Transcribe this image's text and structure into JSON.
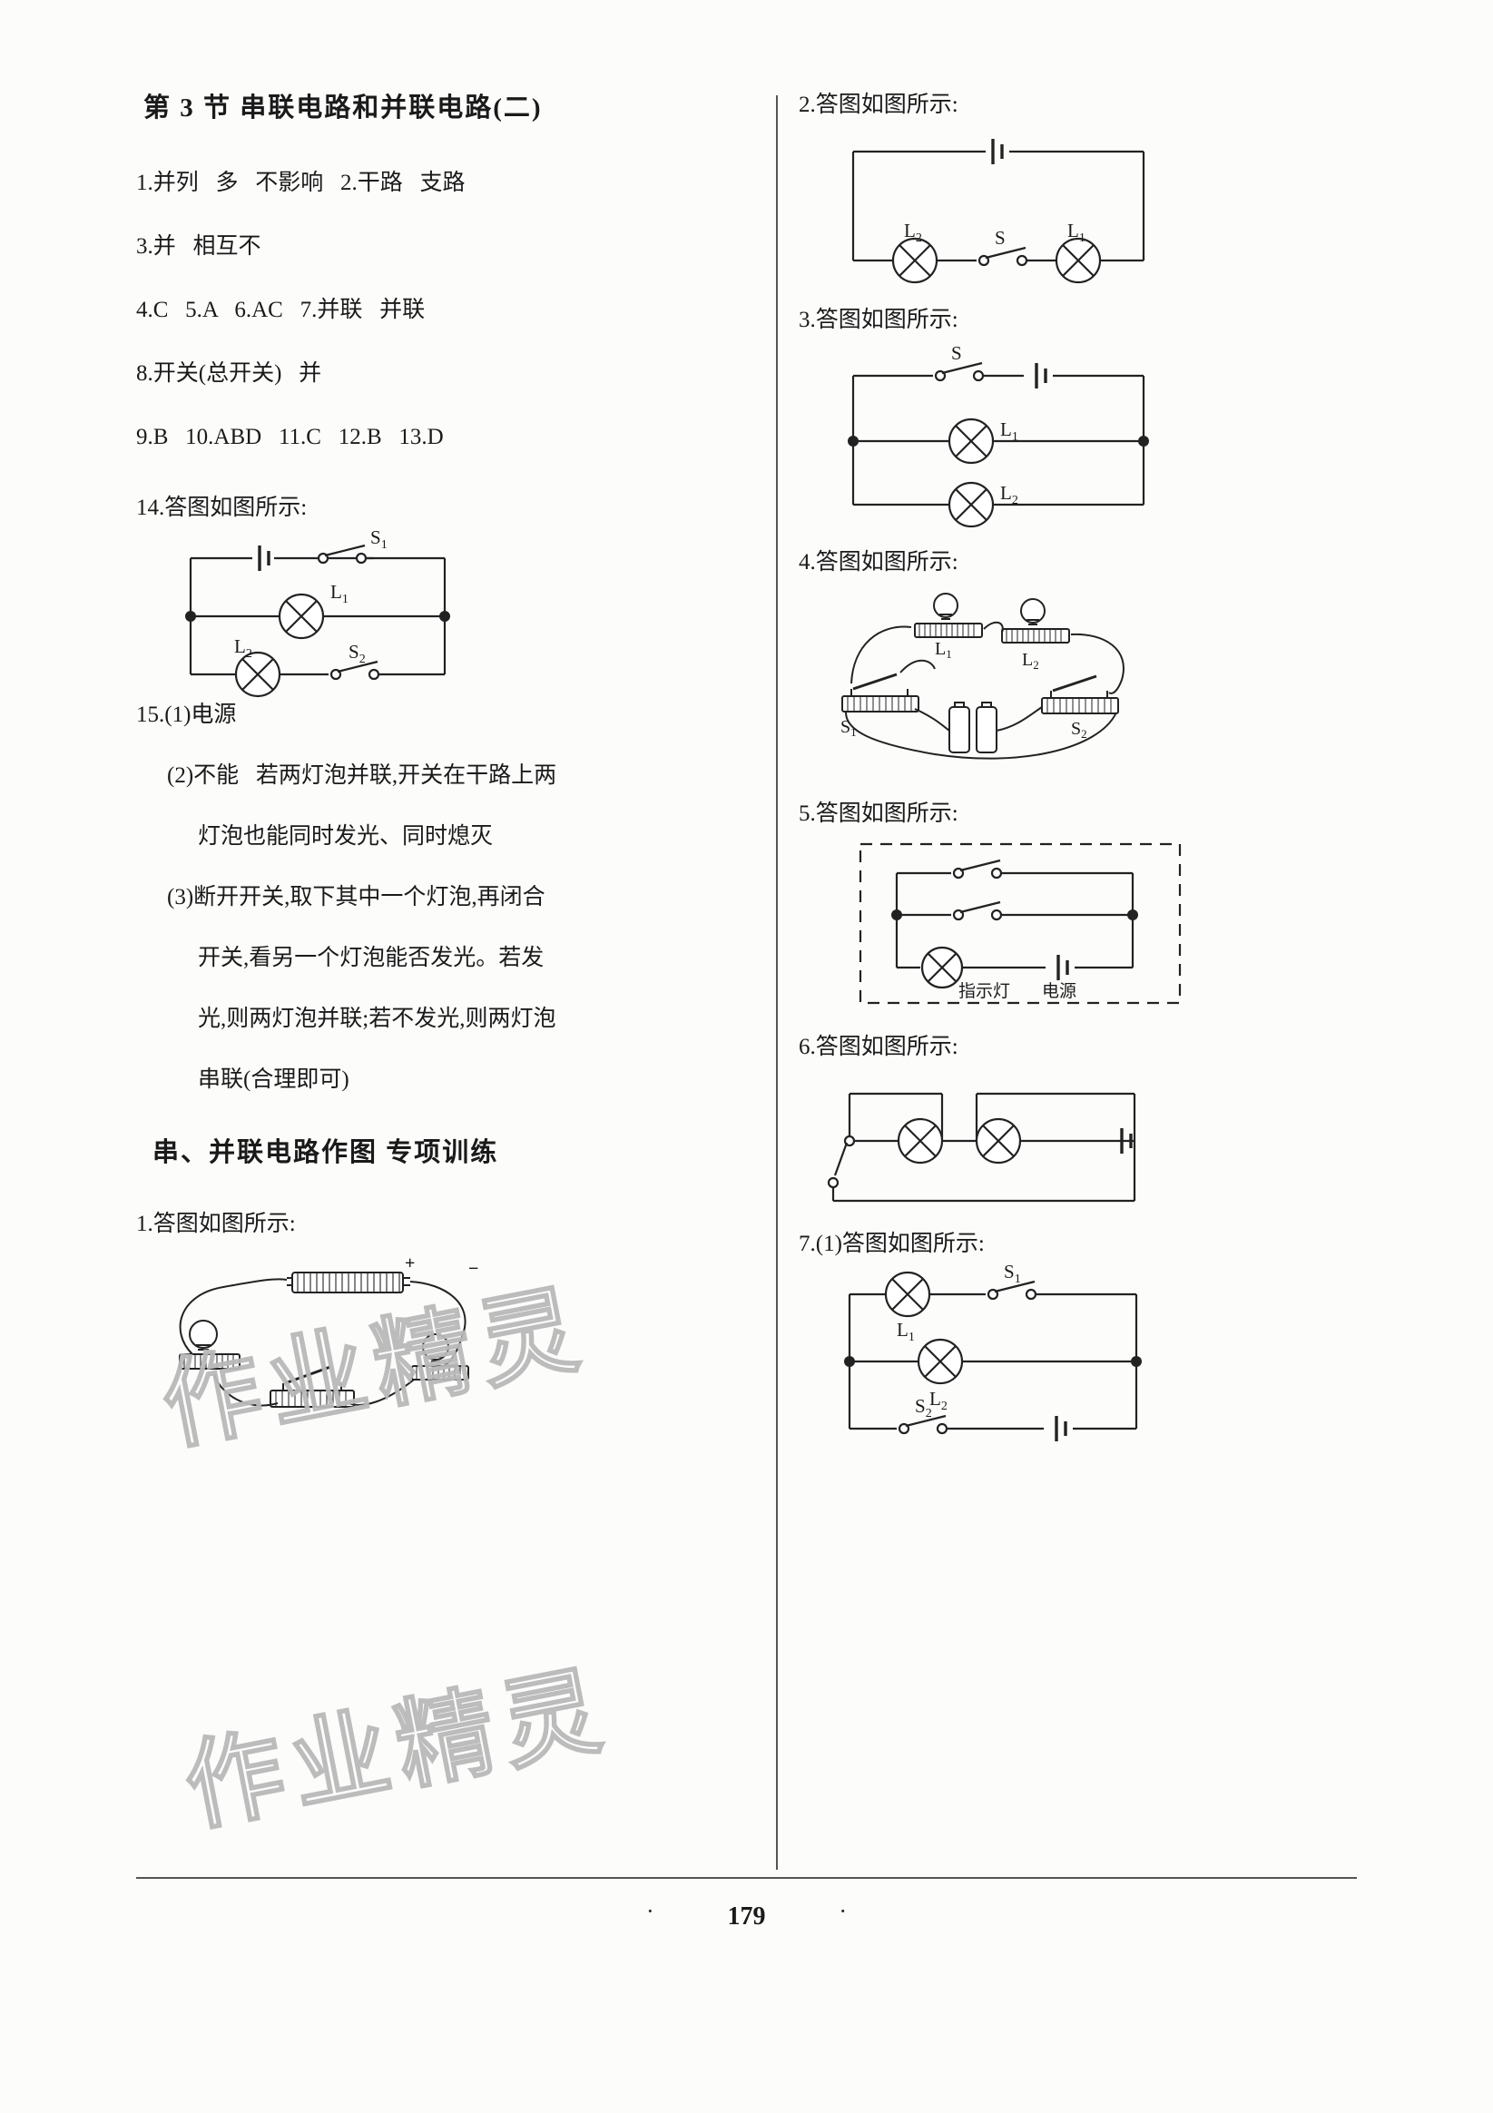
{
  "page": {
    "number": "179",
    "watermarks": [
      "作业精灵",
      "作业精灵"
    ]
  },
  "left_column": {
    "section_title": "第 3 节   串联电路和并联电路(二)",
    "answers": [
      {
        "id": "a1",
        "text": "1.并列   多   不影响   2.干路   支路"
      },
      {
        "id": "a2",
        "text": "3.并   相互不"
      },
      {
        "id": "a3",
        "text": "4.C   5.A   6.AC   7.并联   并联"
      },
      {
        "id": "a4",
        "text": "8.开关(总开关)   并"
      },
      {
        "id": "a5",
        "text": "9.B   10.ABD   11.C   12.B   13.D"
      }
    ],
    "fig14_label": "14.答图如图所示:",
    "fig14": {
      "labels": [
        "S₁",
        "L₁",
        "L₂",
        "S₂"
      ],
      "l1": "L",
      "l1sub": "1",
      "l2": "L",
      "l2sub": "2",
      "s1": "S",
      "s1sub": "1",
      "s2": "S",
      "s2sub": "2"
    },
    "q15": {
      "line1": "15.(1)电源",
      "line2": "(2)不能   若两灯泡并联,开关在干路上两",
      "line3": "灯泡也能同时发光、同时熄灭",
      "line4": "(3)断开开关,取下其中一个灯泡,再闭合",
      "line5": "开关,看另一个灯泡能否发光。若发",
      "line6": "光,则两灯泡并联;若不发光,则两灯泡",
      "line7": "串联(合理即可)"
    },
    "drawing_section_title": "串、并联电路作图   专项训练",
    "fig1_label": "1.答图如图所示:"
  },
  "right_column": {
    "items": [
      {
        "label": "2.答图如图所示:"
      },
      {
        "label": "3.答图如图所示:"
      },
      {
        "label": "4.答图如图所示:"
      },
      {
        "label": "5.答图如图所示:"
      },
      {
        "label": "6.答图如图所示:"
      },
      {
        "label": "7.(1)答图如图所示:"
      }
    ],
    "fig2": {
      "l1": "L",
      "l1sub": "1",
      "l2": "L",
      "l2sub": "2",
      "s": "S"
    },
    "fig3": {
      "s": "S",
      "l1": "L",
      "l1sub": "1",
      "l2": "L",
      "l2sub": "2"
    },
    "fig4": {
      "l1": "L",
      "l1sub": "1",
      "l2": "L",
      "l2sub": "2",
      "s1": "S",
      "s1sub": "1",
      "s2": "S",
      "s2sub": "2"
    },
    "fig5": {
      "indicator_lamp": "指示灯",
      "power_source": "电源"
    },
    "fig7": {
      "l1": "L",
      "l1sub": "1",
      "l2": "L",
      "l2sub": "2",
      "s1": "S",
      "s1sub": "1",
      "s2": "S",
      "s2sub": "2"
    }
  },
  "colors": {
    "ink": "#1a1a1a",
    "line": "#222222",
    "paper": "#fcfcfb",
    "watermark": "#b9b9b9"
  }
}
